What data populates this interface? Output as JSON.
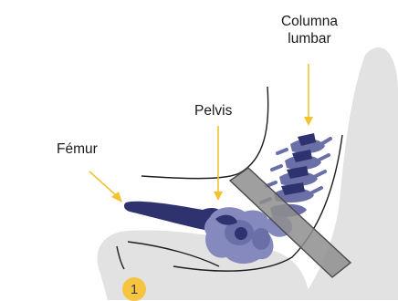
{
  "labels": {
    "lumbar_spine": [
      "Columna",
      "lumbar"
    ],
    "pelvis": "Pelvis",
    "femur": "Fémur"
  },
  "badge": "1",
  "colors": {
    "seat": "#e2e2e2",
    "bone": "#6b6fa8",
    "bone_light": "#8589bd",
    "bone_dark": "#2e3370",
    "belt": "#8e8e8e",
    "belt_outline": "#4a4a4a",
    "arrow": "#f2c230",
    "outline": "#1e1e1e"
  },
  "icons": [
    "seat-back",
    "seat-cushion",
    "lap-belt",
    "lumbar-vertebrae",
    "pelvis-bone",
    "femur-bone"
  ]
}
